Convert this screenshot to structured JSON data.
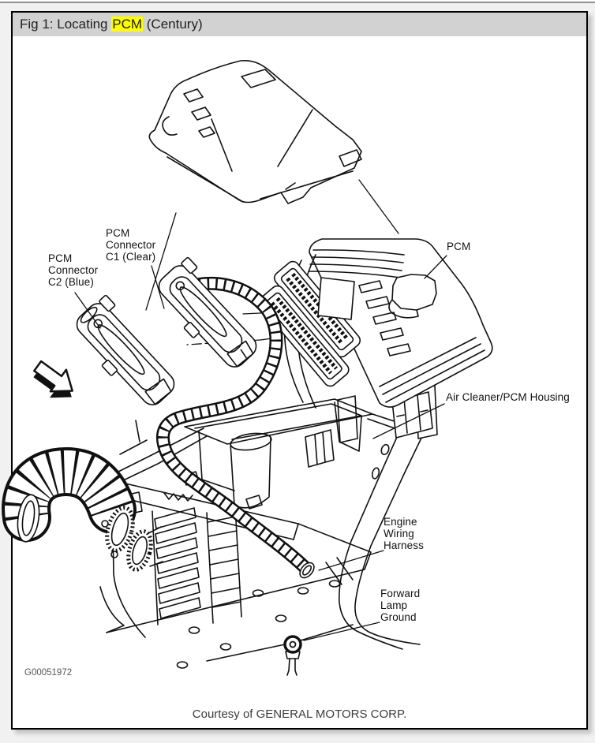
{
  "window": {
    "title": {
      "prefix": "Fig 1: Locating ",
      "highlight": "PCM",
      "suffix": " (Century)"
    }
  },
  "diagram": {
    "callouts": {
      "c1_connector": "PCM\nConnector\nC1 (Clear)",
      "c2_connector": "PCM\nConnector\nC2 (Blue)",
      "pcm": "PCM",
      "air_cleaner_housing": "Air Cleaner/PCM Housing",
      "engine_wiring_harness": "Engine\nWiring\nHarness",
      "forward_lamp_ground": "Forward\nLamp\nGround"
    },
    "figure_code": "G00051972",
    "credit": "Courtesy of GENERAL MOTORS CORP."
  },
  "colors": {
    "highlight_bg": "#ffff00",
    "titlebar_bg": "#d2d2d2",
    "frame_border": "#000000",
    "line_art": "#111111",
    "page_bg": "#f1f1f1"
  }
}
